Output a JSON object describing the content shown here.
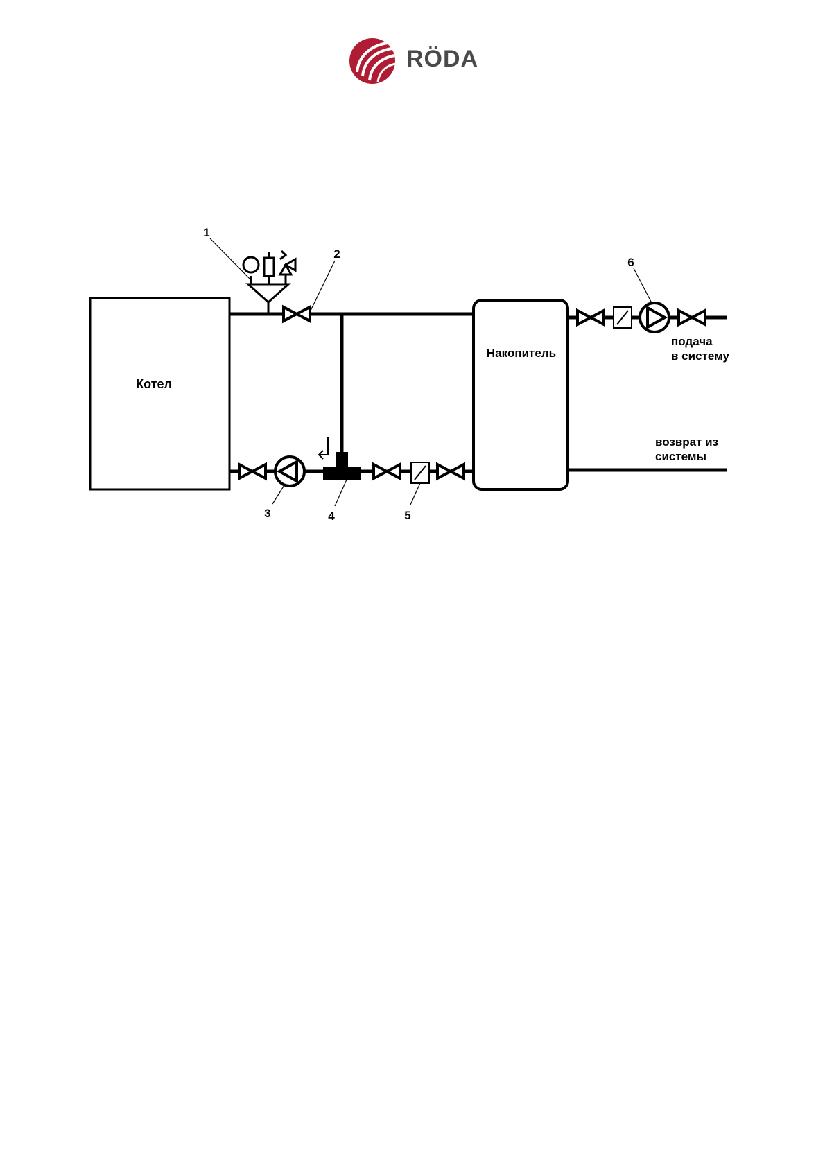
{
  "logo": {
    "text": "RÖDA",
    "brand_color": "#b11c35",
    "text_color": "#4a4a4a"
  },
  "diagram": {
    "boiler_label": "Котел",
    "tank_label": "Накопитель",
    "supply_label_line1": "подача",
    "supply_label_line2": "в систему",
    "return_label_line1": "возврат из",
    "return_label_line2": "системы",
    "callouts": [
      "1",
      "2",
      "3",
      "4",
      "5",
      "6"
    ]
  }
}
